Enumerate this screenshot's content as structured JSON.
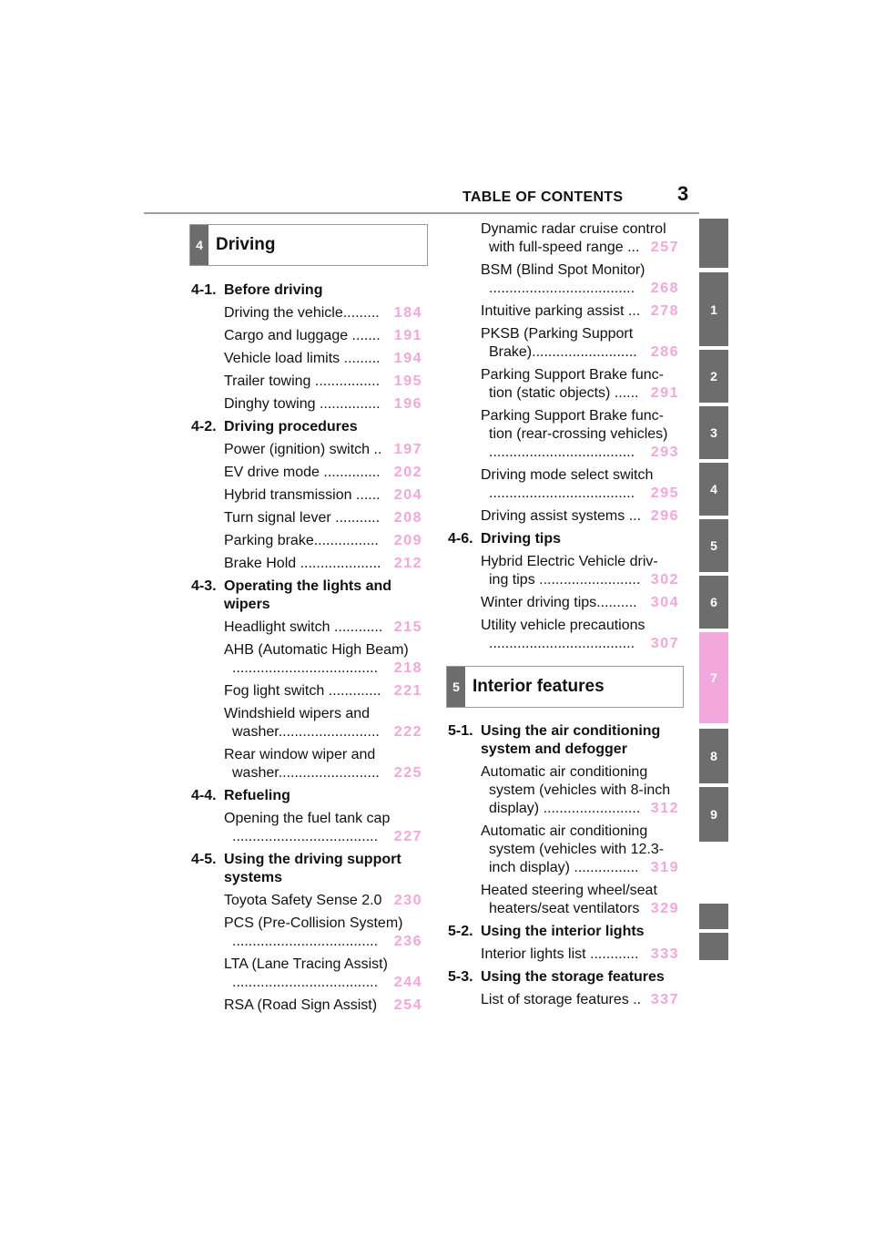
{
  "header": {
    "title": "TABLE OF CONTENTS",
    "page_number": "3"
  },
  "side_tabs": [
    "1",
    "2",
    "3",
    "4",
    "5",
    "6",
    "7",
    "8",
    "9"
  ],
  "sections": [
    {
      "num": "4",
      "title": "Driving"
    },
    {
      "num": "5",
      "title": "Interior features"
    }
  ],
  "left_column": [
    {
      "type": "sub",
      "num": "4-1.",
      "title": "Before driving"
    },
    {
      "type": "entry",
      "lines": [
        "Driving the vehicle........."
      ],
      "page": "184"
    },
    {
      "type": "entry",
      "lines": [
        "Cargo and luggage ......."
      ],
      "page": "191"
    },
    {
      "type": "entry",
      "lines": [
        "Vehicle load limits ........."
      ],
      "page": "194"
    },
    {
      "type": "entry",
      "lines": [
        "Trailer towing ................"
      ],
      "page": "195"
    },
    {
      "type": "entry",
      "lines": [
        "Dinghy towing ..............."
      ],
      "page": "196"
    },
    {
      "type": "sub",
      "num": "4-2.",
      "title": "Driving procedures"
    },
    {
      "type": "entry",
      "lines": [
        "Power (ignition) switch .."
      ],
      "page": "197"
    },
    {
      "type": "entry",
      "lines": [
        "EV drive mode .............."
      ],
      "page": "202"
    },
    {
      "type": "entry",
      "lines": [
        "Hybrid transmission ......"
      ],
      "page": "204"
    },
    {
      "type": "entry",
      "lines": [
        "Turn signal lever ..........."
      ],
      "page": "208"
    },
    {
      "type": "entry",
      "lines": [
        "Parking brake................"
      ],
      "page": "209"
    },
    {
      "type": "entry",
      "lines": [
        "Brake Hold ...................."
      ],
      "page": "212"
    },
    {
      "type": "sub",
      "num": "4-3.",
      "title": "Operating the lights and wipers"
    },
    {
      "type": "entry",
      "lines": [
        "Headlight switch ............"
      ],
      "page": "215"
    },
    {
      "type": "entry",
      "lines": [
        "AHB (Automatic High Beam)",
        "...................................."
      ],
      "page": "218"
    },
    {
      "type": "entry",
      "lines": [
        "Fog light switch ............."
      ],
      "page": "221"
    },
    {
      "type": "entry",
      "lines": [
        "Windshield wipers and",
        "washer........................."
      ],
      "page": "222"
    },
    {
      "type": "entry",
      "lines": [
        "Rear window wiper and",
        "washer........................."
      ],
      "page": "225"
    },
    {
      "type": "sub",
      "num": "4-4.",
      "title": "Refueling"
    },
    {
      "type": "entry",
      "lines": [
        "Opening the fuel tank cap",
        "...................................."
      ],
      "page": "227"
    },
    {
      "type": "sub",
      "num": "4-5.",
      "title": "Using the driving support systems"
    },
    {
      "type": "entry",
      "lines": [
        "Toyota Safety Sense 2.0"
      ],
      "page": "230"
    },
    {
      "type": "entry",
      "lines": [
        "PCS (Pre-Collision System)",
        "...................................."
      ],
      "page": "236"
    },
    {
      "type": "entry",
      "lines": [
        "LTA (Lane Tracing Assist)",
        "...................................."
      ],
      "page": "244"
    },
    {
      "type": "entry",
      "lines": [
        "RSA (Road Sign Assist)"
      ],
      "page": "254"
    }
  ],
  "right_column_a": [
    {
      "type": "entry",
      "lines": [
        "Dynamic radar cruise control",
        "with full-speed range ..."
      ],
      "page": "257"
    },
    {
      "type": "entry",
      "lines": [
        "BSM (Blind Spot Monitor)",
        "...................................."
      ],
      "page": "268"
    },
    {
      "type": "entry",
      "lines": [
        "Intuitive parking assist ..."
      ],
      "page": "278"
    },
    {
      "type": "entry",
      "lines": [
        "PKSB (Parking Support",
        "Brake).........................."
      ],
      "page": "286"
    },
    {
      "type": "entry",
      "lines": [
        "Parking Support Brake func-",
        "tion (static objects) ......"
      ],
      "page": "291"
    },
    {
      "type": "entry",
      "lines": [
        "Parking Support Brake func-",
        "tion (rear-crossing vehicles)",
        "...................................."
      ],
      "page": "293"
    },
    {
      "type": "entry",
      "lines": [
        "Driving mode select switch",
        "...................................."
      ],
      "page": "295"
    },
    {
      "type": "entry",
      "lines": [
        "Driving assist systems ..."
      ],
      "page": "296"
    },
    {
      "type": "sub",
      "num": "4-6.",
      "title": "Driving tips"
    },
    {
      "type": "entry",
      "lines": [
        "Hybrid Electric Vehicle driv-",
        "ing tips ........................."
      ],
      "page": "302"
    },
    {
      "type": "entry",
      "lines": [
        "Winter driving tips.........."
      ],
      "page": "304"
    },
    {
      "type": "entry",
      "lines": [
        "Utility vehicle precautions",
        "...................................."
      ],
      "page": "307"
    }
  ],
  "right_column_b": [
    {
      "type": "sub",
      "num": "5-1.",
      "title": "Using the air conditioning system and defogger"
    },
    {
      "type": "entry",
      "lines": [
        "Automatic air conditioning",
        "system (vehicles with 8-inch",
        "display) ........................"
      ],
      "page": "312"
    },
    {
      "type": "entry",
      "lines": [
        "Automatic air conditioning",
        "system (vehicles with 12.3-",
        "inch display) ................"
      ],
      "page": "319"
    },
    {
      "type": "entry",
      "lines": [
        "Heated steering wheel/seat",
        "heaters/seat ventilators"
      ],
      "page": "329"
    },
    {
      "type": "sub",
      "num": "5-2.",
      "title": "Using the interior lights"
    },
    {
      "type": "entry",
      "lines": [
        "Interior lights list ............"
      ],
      "page": "333"
    },
    {
      "type": "sub",
      "num": "5-3.",
      "title": "Using the storage features"
    },
    {
      "type": "entry",
      "lines": [
        "List of storage features .."
      ],
      "page": "337"
    }
  ],
  "colors": {
    "tab_gray": "#6d6d6d",
    "tab_active": "#f2a8dc",
    "page_link": "#f4a6dc"
  }
}
